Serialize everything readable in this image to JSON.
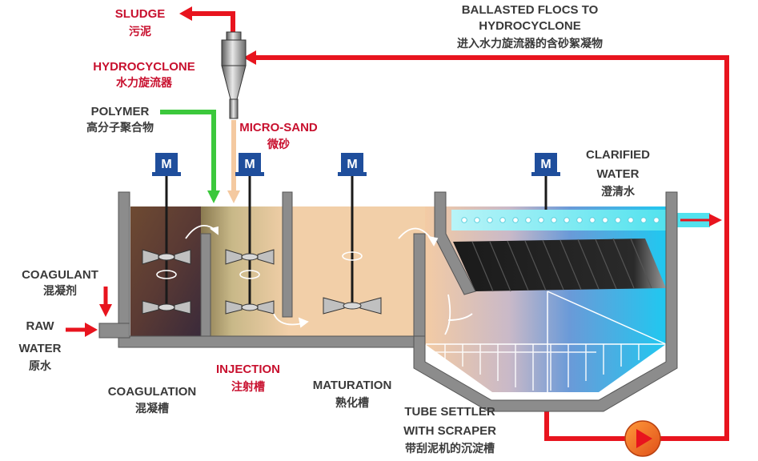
{
  "labels": {
    "sludge": {
      "en": "SLUDGE",
      "cn": "污泥"
    },
    "hydrocyclone": {
      "en": "HYDROCYCLONE",
      "cn": "水力旋流器"
    },
    "polymer": {
      "en": "POLYMER",
      "cn": "高分子聚合物"
    },
    "micro_sand": {
      "en": "MICRO-SAND",
      "cn": "微砂"
    },
    "ballasted": {
      "en1": "BALLASTED FLOCS TO",
      "en2": "HYDROCYCLONE",
      "cn": "进入水力旋流器的含砂絮凝物"
    },
    "clarified": {
      "en1": "CLARIFIED",
      "en2": "WATER",
      "cn": "澄清水"
    },
    "coagulant": {
      "en": "COAGULANT",
      "cn": "混凝剂"
    },
    "raw_water": {
      "en1": "RAW",
      "en2": "WATER",
      "cn": "原水"
    },
    "coagulation": {
      "en": "COAGULATION",
      "cn": "混凝槽"
    },
    "injection": {
      "en": "INJECTION",
      "cn": "注射槽"
    },
    "maturation": {
      "en": "MATURATION",
      "cn": "熟化槽"
    },
    "tube_settler": {
      "en1": "TUBE SETTLER",
      "en2": "WITH SCRAPER",
      "cn": "带刮泥机的沉淀槽"
    }
  },
  "motor_letter": "M",
  "colors": {
    "recycle_line": "#e8141e",
    "polymer_line": "#3cc83c",
    "sand_line": "#f4c9a0",
    "motor": "#1f4e9c",
    "tank_wall": "#8c8c8c",
    "pump": "#f26a1b",
    "clarified_water": "#5fe4ee"
  },
  "icons": [
    "motor-icon",
    "mixer-impeller-icon",
    "pump-icon",
    "hydrocyclone-icon",
    "flow-arrow-icon"
  ]
}
